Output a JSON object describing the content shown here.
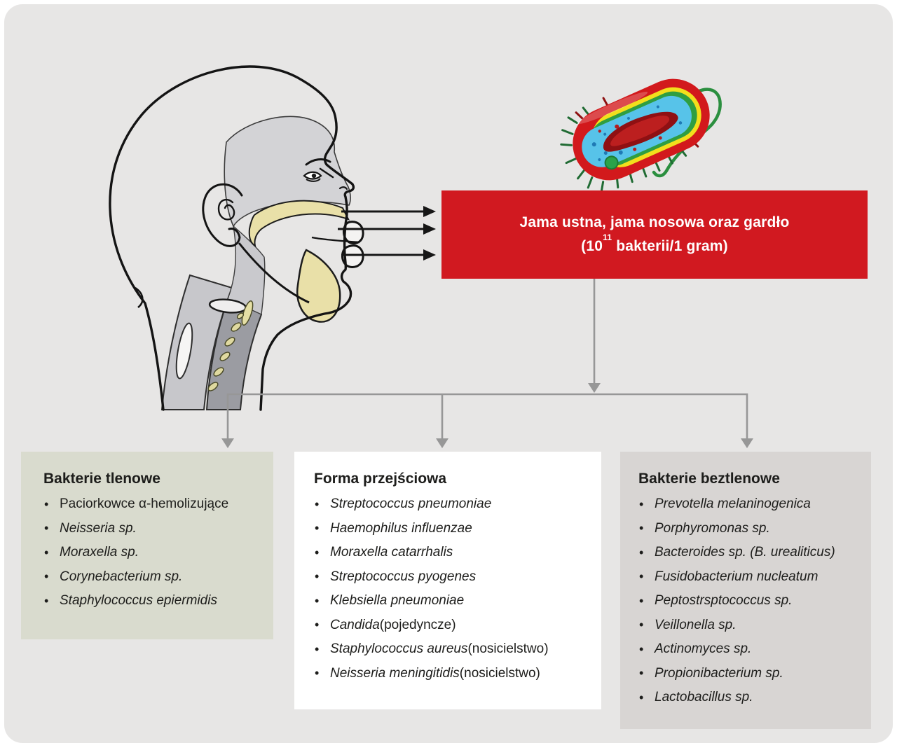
{
  "bullet": "•",
  "colors": {
    "page_background": "#ffffff",
    "panel_bg": "#e7e6e5",
    "red_box_bg": "#d11920",
    "red_box_text": "#ffffff",
    "aerobic_box_bg": "#d9dbce",
    "transitional_box_bg": "#ffffff",
    "anaerobic_box_bg": "#d8d5d3",
    "connector_gray": "#979797",
    "arrow_black": "#161616",
    "text": "#1d1d1b"
  },
  "icons": {
    "head": "head-anatomy-illustration",
    "bacterium": "bacterium-illustration"
  },
  "red_box": {
    "line1": "Jama ustna, jama nosowa oraz gardło",
    "count_prefix": "(10",
    "count_exponent": "11",
    "count_suffix": " bakterii/1 gram)"
  },
  "boxes": [
    {
      "title": "Bakterie tlenowe",
      "items": [
        {
          "text": "Paciorkowce α-hemolizujące"
        },
        {
          "text": "Neisseria sp."
        },
        {
          "text": "Moraxella sp."
        },
        {
          "text": "Corynebacterium sp."
        },
        {
          "text": "Staphylococcus epiermidis"
        }
      ]
    },
    {
      "title": "Forma przejściowa",
      "items": [
        {
          "text": "Streptococcus pneumoniae"
        },
        {
          "text": "Haemophilus influenzae"
        },
        {
          "text": "Moraxella catarrhalis"
        },
        {
          "text": "Streptococcus pyogenes"
        },
        {
          "text": "Klebsiella pneumoniae"
        },
        {
          "text": "Candida",
          "suffix": " (pojedyncze)"
        },
        {
          "text": "Staphylococcus aureus",
          "suffix": " (nosicielstwo)"
        },
        {
          "text": "Neisseria meningitidis",
          "suffix": " (nosicielstwo)"
        }
      ]
    },
    {
      "title": "Bakterie beztlenowe",
      "items": [
        {
          "text": "Prevotella melaninogenica"
        },
        {
          "text": "Porphyromonas sp."
        },
        {
          "text": "Bacteroides sp. (B. urealiticus)"
        },
        {
          "text": "Fusidobacterium nucleatum"
        },
        {
          "text": "Peptostrsptococcus sp."
        },
        {
          "text": "Veillonella sp."
        },
        {
          "text": "Actinomyces sp."
        },
        {
          "text": "Propionibacterium sp."
        },
        {
          "text": "Lactobacillus sp."
        }
      ]
    }
  ]
}
